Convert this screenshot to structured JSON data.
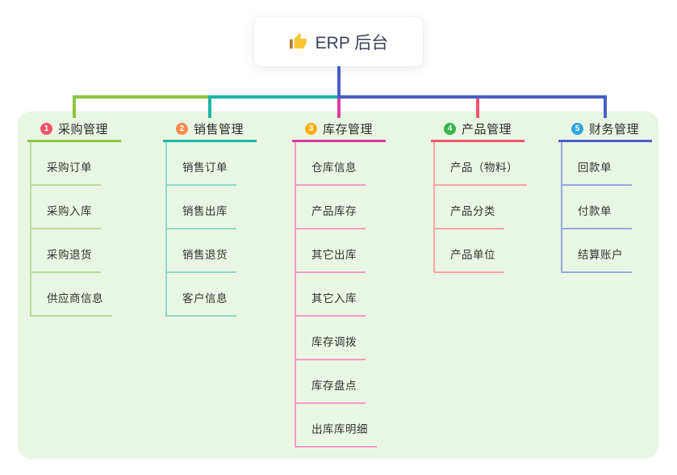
{
  "root": {
    "title": "ERP 后台",
    "icon": "thumbs-up",
    "icon_hand_color": "#f7c531",
    "icon_cuff_color": "#b07b3c"
  },
  "connector": {
    "root_color": "#4a5ec9"
  },
  "panel": {
    "background": "#eaf6e4"
  },
  "branches": [
    {
      "badge": "1",
      "label": "采购管理",
      "badge_color": "#f4516c",
      "line_color": "#8cc63e",
      "sub_line_color": "#b6dc95",
      "items": [
        "采购订单",
        "采购入库",
        "采购退货",
        "供应商信息"
      ]
    },
    {
      "badge": "2",
      "label": "销售管理",
      "badge_color": "#ff8a4d",
      "line_color": "#1eb5a6",
      "sub_line_color": "#8cd8cd",
      "items": [
        "销售订单",
        "销售出库",
        "销售退货",
        "客户信息"
      ]
    },
    {
      "badge": "3",
      "label": "库存管理",
      "badge_color": "#ffaf13",
      "line_color": "#de3b9e",
      "sub_line_color": "#f19bc9",
      "items": [
        "仓库信息",
        "产品库存",
        "其它出库",
        "其它入库",
        "库存调拨",
        "库存盘点",
        "出库库明细"
      ]
    },
    {
      "badge": "4",
      "label": "产品管理",
      "badge_color": "#35b54a",
      "line_color": "#f0566d",
      "sub_line_color": "#f7a6a1",
      "items": [
        "产品（物料）",
        "产品分类",
        "产品单位"
      ]
    },
    {
      "badge": "5",
      "label": "财务管理",
      "badge_color": "#2ea7e0",
      "line_color": "#4a5ec9",
      "sub_line_color": "#91a8de",
      "items": [
        "回款单",
        "付款单",
        "结算账户"
      ]
    }
  ]
}
